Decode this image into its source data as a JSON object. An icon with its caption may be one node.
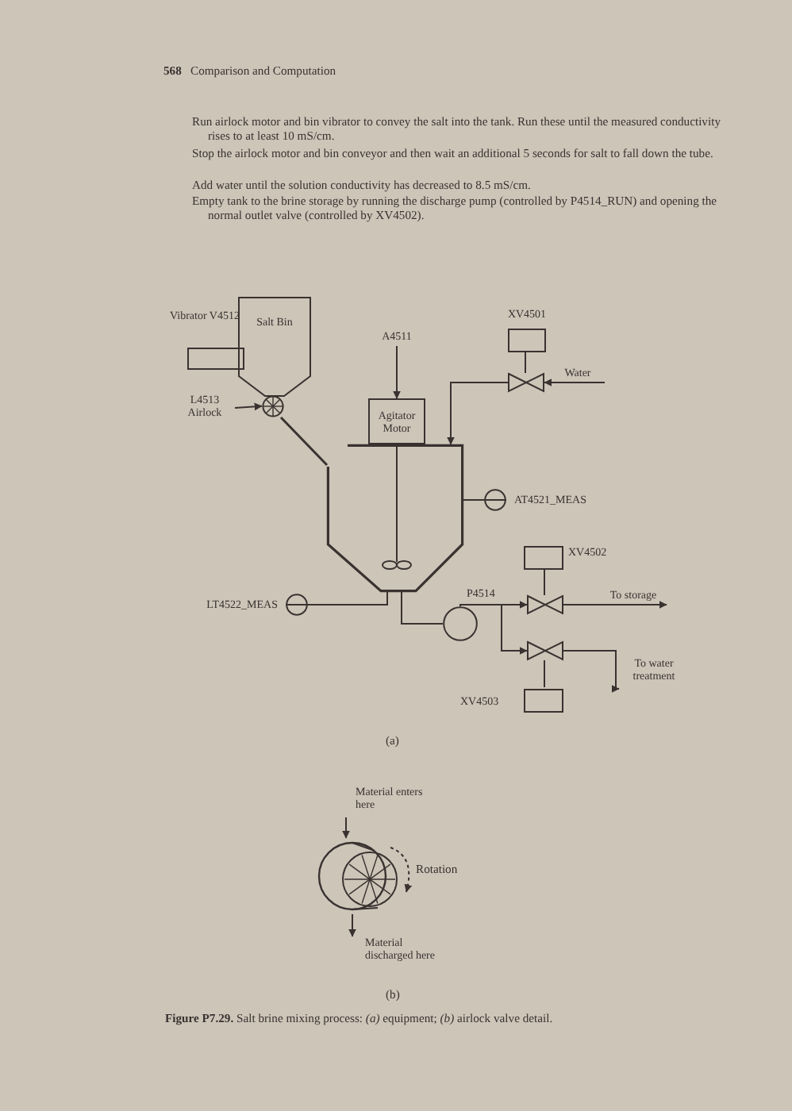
{
  "diagram": {
    "caption": "**Figure P7.29.** Salt brine mixing process: *(a)* equipment; *(b)* airlock valve detail.",
    "nodes": [
      {
        "text": [
          "Salt Bin"
        ]
      },
      {
        "text": [
          "Vibrator V4512"
        ]
      },
      {
        "text": [
          "L4513 Airlock"
        ]
      },
      {
        "text": [],
        "shape": "circle"
      },
      {
        "text": [],
        "shape": "tank"
      },
      {
        "text": [
          "Agitator Motor"
        ]
      },
      {
        "text": [
          "A4511"
        ]
      },
      {
        "text": [
          "XV4501"
        ]
      },
      {
        "text": [],
        "shape": "valve"
      },
      {
        "text": [
          "Water"
        ]
      },
      {
        "text": [],
        "shape": "circle",
        "beside": [
          "AT4521_MEAS"
        ]
      },
      {
        "text": [],
        "shape": "circle",
        "beside": [
          "LT4522_MEAS"
        ]
      },
      {
        "text": [],
        "shape": "circle",
        "beside": [
          "P4514"
        ]
      },
      {
        "text": [
          "XV4502"
        ]
      },
      {
        "text": [],
        "shape": "valve"
      },
      {
        "text": [
          "XV4503"
        ]
      },
      {
        "text": [],
        "shape": "valve"
      },
      {
        "text": [
          "To storage"
        ]
      },
      {
        "text": [
          "To water treatment"
        ]
      },
      {
        "text": [],
        "shape": "cylinder"
      },
      {
        "text": [
          "Material enters here"
        ]
      },
      {
        "text": [
          "Material discharged here"
        ]
      }
    ],
    "edges": [
      {
        "from": 2,
        "to": 3,
        "arrow": "to"
      },
      {
        "from": 3,
        "to": 4,
        "arrow": "none"
      },
      {
        "from": 6,
        "to": 5,
        "arrow": "to"
      },
      {
        "from": 7,
        "to": 8,
        "arrow": "none"
      },
      {
        "from": 9,
        "to": 8,
        "arrow": "to"
      },
      {
        "from": 8,
        "to": 4,
        "arrow": "to"
      },
      {
        "from": 4,
        "to": 10,
        "arrow": "none"
      },
      {
        "from": 4,
        "to": 11,
        "arrow": "none"
      },
      {
        "from": 4,
        "to": 12,
        "arrow": "none"
      },
      {
        "from": 13,
        "to": 14,
        "arrow": "none"
      },
      {
        "from": 12,
        "to": 14,
        "arrow": "to"
      },
      {
        "from": 12,
        "to": 16,
        "arrow": "to"
      },
      {
        "from": 15,
        "to": 16,
        "arrow": "none"
      },
      {
        "from": 14,
        "to": 17,
        "arrow": "to"
      },
      {
        "from": 16,
        "to": 18,
        "arrow": "to"
      },
      {
        "from": 20,
        "to": 19,
        "arrow": "to"
      },
      {
        "from": 19,
        "to": 21,
        "arrow": "to"
      }
    ],
    "labels": [
      "568",
      "Comparison and Computation",
      "Run airlock motor and bin vibrator to convey the salt into the tank. Run these until the measured conductivity rises to at least 10 mS/cm.",
      "Stop the airlock motor and bin conveyor and then wait an additional 5 seconds for salt to fall down the tube.",
      "Add water until the solution conductivity has decreased to 8.5 mS/cm.",
      "Empty tank to the brine storage by running the discharge pump (controlled by P4514_RUN) and opening the normal outlet valve (controlled by XV4502).",
      "(a)",
      "Rotation",
      "(b)"
    ]
  }
}
